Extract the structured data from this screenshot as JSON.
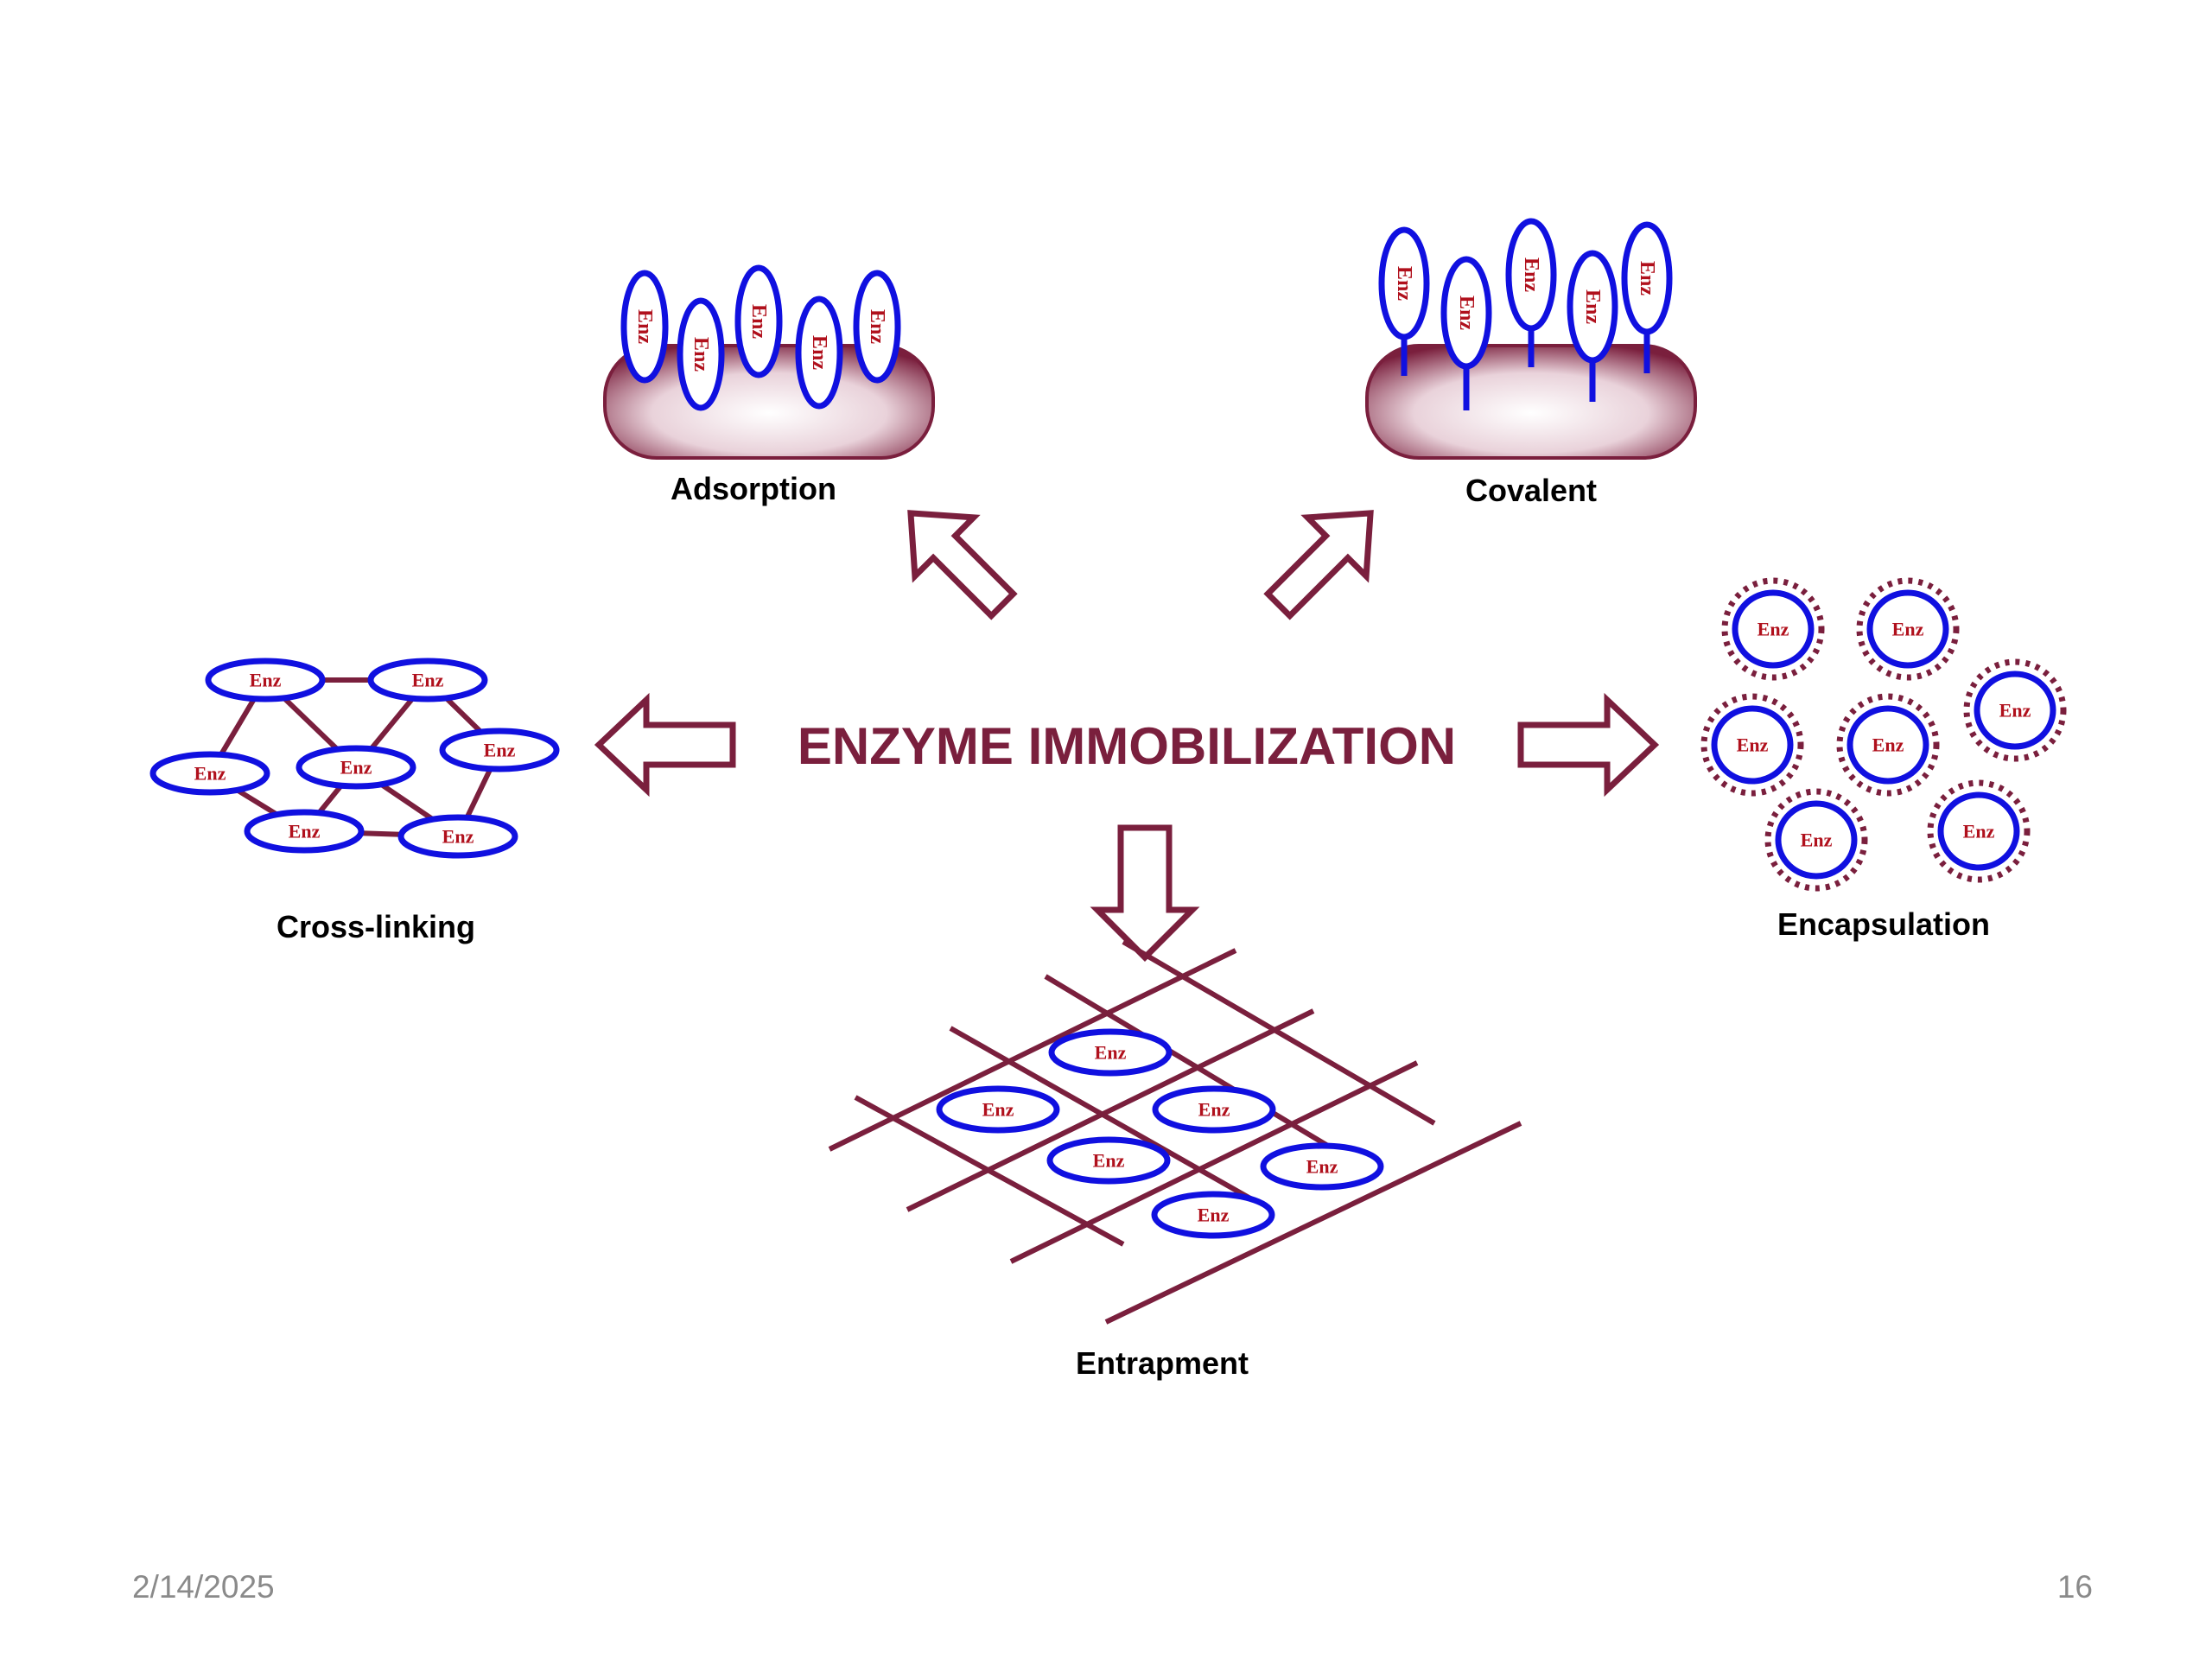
{
  "slide": {
    "center_title": "ENZYME IMMOBILIZATION",
    "footer_date": "2/14/2025",
    "footer_page": "16"
  },
  "methods": {
    "adsorption": "Adsorption",
    "covalent": "Covalent",
    "cross_linking": "Cross-linking",
    "encapsulation": "Encapsulation",
    "entrapment": "Entrapment"
  },
  "enzyme_label": "Enz",
  "colors": {
    "maroon": "#7a1f3d",
    "enzyme_blue": "#1010e0",
    "enzyme_text": "#b0101c",
    "support_dark": "#7a1f3d",
    "support_light": "#ffffff",
    "footer_gray": "#8a8a8a"
  }
}
